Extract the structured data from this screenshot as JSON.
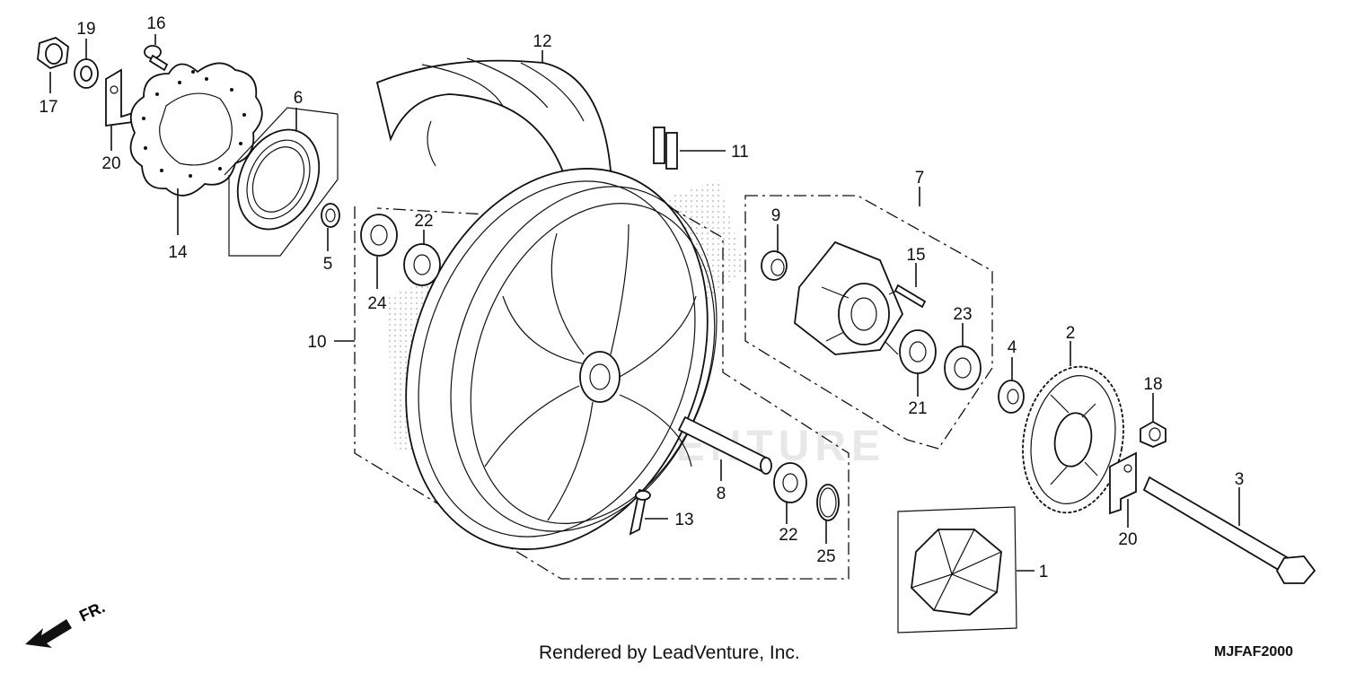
{
  "watermark": "LEADVENTURE",
  "footer": "Rendered by LeadVenture, Inc.",
  "diagram_code": "MJFAF2000",
  "front_indicator": "FR.",
  "callouts": [
    {
      "id": "c1",
      "label": "1"
    },
    {
      "id": "c2",
      "label": "2"
    },
    {
      "id": "c3",
      "label": "3"
    },
    {
      "id": "c4",
      "label": "4"
    },
    {
      "id": "c5",
      "label": "5"
    },
    {
      "id": "c6",
      "label": "6"
    },
    {
      "id": "c7",
      "label": "7"
    },
    {
      "id": "c8",
      "label": "8"
    },
    {
      "id": "c9",
      "label": "9"
    },
    {
      "id": "c10",
      "label": "10"
    },
    {
      "id": "c11",
      "label": "11"
    },
    {
      "id": "c12",
      "label": "12"
    },
    {
      "id": "c13",
      "label": "13"
    },
    {
      "id": "c14",
      "label": "14"
    },
    {
      "id": "c15",
      "label": "15"
    },
    {
      "id": "c16",
      "label": "16"
    },
    {
      "id": "c17",
      "label": "17"
    },
    {
      "id": "c18",
      "label": "18"
    },
    {
      "id": "c19",
      "label": "19"
    },
    {
      "id": "c20a",
      "label": "20"
    },
    {
      "id": "c20b",
      "label": "20"
    },
    {
      "id": "c21",
      "label": "21"
    },
    {
      "id": "c22a",
      "label": "22"
    },
    {
      "id": "c22b",
      "label": "22"
    },
    {
      "id": "c23",
      "label": "23"
    },
    {
      "id": "c24",
      "label": "24"
    },
    {
      "id": "c25",
      "label": "25"
    }
  ]
}
